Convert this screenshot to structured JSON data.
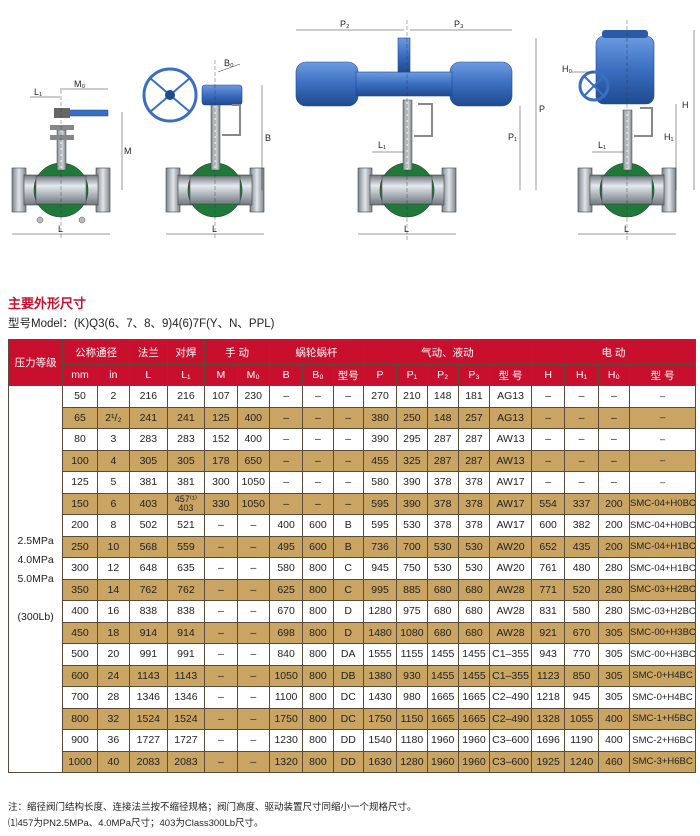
{
  "section_title": "主要外形尺寸",
  "model_line": "型号Model：(K)Q3(6、7、8、9)4(6)7F(Y、N、PPL)",
  "drawing_labels": {
    "d1": {
      "L1": "L₁",
      "M0": "M₀",
      "M": "M",
      "L": "L"
    },
    "d2": {
      "B0": "B₀",
      "B": "B",
      "L": "L"
    },
    "d3": {
      "P2": "P₂",
      "P3": "P₃",
      "P": "P",
      "P1": "P₁",
      "L1": "L₁",
      "L": "L"
    },
    "d4": {
      "H0": "H₀",
      "H": "H",
      "H1": "H₁",
      "L1": "L₁",
      "L": "L"
    }
  },
  "colors": {
    "header_red": "#c8102e",
    "row_tan": "#c9a462",
    "valve_blue": "#3a6ec0",
    "valve_green": "#1f7a3a",
    "steel": "#9aa3ab"
  },
  "table": {
    "groups": {
      "pressure": "压力等级",
      "nominal": "公称通径",
      "flange": "法兰",
      "weld": "对焊",
      "manual": "手 动",
      "worm": "蜗轮蜗杆",
      "pneumatic": "气动、液动",
      "electric": "电 动"
    },
    "sub_headers": [
      "mm",
      "in",
      "L",
      "L₁",
      "M",
      "M₀",
      "B",
      "B₀",
      "型号",
      "P",
      "P₁",
      "P₂",
      "P₃",
      "型 号",
      "H",
      "H₁",
      "H₀",
      "型    号"
    ],
    "pressure_lines": [
      "2.5MPa",
      "4.0MPa",
      "5.0MPa",
      "",
      "(300Lb)"
    ],
    "rows": [
      [
        "50",
        "2",
        "216",
        "216",
        "107",
        "230",
        "–",
        "–",
        "–",
        "270",
        "210",
        "148",
        "181",
        "AG13",
        "–",
        "–",
        "–",
        "–"
      ],
      [
        "65",
        "2¹/₂",
        "241",
        "241",
        "125",
        "400",
        "–",
        "–",
        "–",
        "380",
        "250",
        "148",
        "257",
        "AG13",
        "–",
        "–",
        "–",
        "–"
      ],
      [
        "80",
        "3",
        "283",
        "283",
        "152",
        "400",
        "–",
        "–",
        "–",
        "390",
        "295",
        "287",
        "287",
        "AW13",
        "–",
        "–",
        "–",
        "–"
      ],
      [
        "100",
        "4",
        "305",
        "305",
        "178",
        "650",
        "–",
        "–",
        "–",
        "455",
        "325",
        "287",
        "287",
        "AW13",
        "–",
        "–",
        "–",
        "–"
      ],
      [
        "125",
        "5",
        "381",
        "381",
        "300",
        "1050",
        "–",
        "–",
        "–",
        "580",
        "390",
        "378",
        "378",
        "AW17",
        "–",
        "–",
        "–",
        "–"
      ],
      [
        "150",
        "6",
        "403",
        "457⁽¹⁾ 403",
        "330",
        "1050",
        "–",
        "–",
        "–",
        "595",
        "390",
        "378",
        "378",
        "AW17",
        "554",
        "337",
        "200",
        "SMC-04+H0BC"
      ],
      [
        "200",
        "8",
        "502",
        "521",
        "–",
        "–",
        "400",
        "600",
        "B",
        "595",
        "530",
        "378",
        "378",
        "AW17",
        "600",
        "382",
        "200",
        "SMC-04+H0BC"
      ],
      [
        "250",
        "10",
        "568",
        "559",
        "–",
        "–",
        "495",
        "600",
        "B",
        "736",
        "700",
        "530",
        "530",
        "AW20",
        "652",
        "435",
        "200",
        "SMC-04+H1BC"
      ],
      [
        "300",
        "12",
        "648",
        "635",
        "–",
        "–",
        "580",
        "800",
        "C",
        "945",
        "750",
        "530",
        "530",
        "AW20",
        "761",
        "480",
        "280",
        "SMC-04+H1BC"
      ],
      [
        "350",
        "14",
        "762",
        "762",
        "–",
        "–",
        "625",
        "800",
        "C",
        "995",
        "885",
        "680",
        "680",
        "AW28",
        "771",
        "520",
        "280",
        "SMC-03+H2BC"
      ],
      [
        "400",
        "16",
        "838",
        "838",
        "–",
        "–",
        "670",
        "800",
        "D",
        "1280",
        "975",
        "680",
        "680",
        "AW28",
        "831",
        "580",
        "280",
        "SMC-03+H2BC"
      ],
      [
        "450",
        "18",
        "914",
        "914",
        "–",
        "–",
        "698",
        "800",
        "D",
        "1480",
        "1080",
        "680",
        "680",
        "AW28",
        "921",
        "670",
        "305",
        "SMC-00+H3BC"
      ],
      [
        "500",
        "20",
        "991",
        "991",
        "–",
        "–",
        "840",
        "800",
        "DA",
        "1555",
        "1155",
        "1455",
        "1455",
        "C1–355",
        "943",
        "770",
        "305",
        "SMC-00+H3BC"
      ],
      [
        "600",
        "24",
        "1143",
        "1143",
        "–",
        "–",
        "1050",
        "800",
        "DB",
        "1380",
        "930",
        "1455",
        "1455",
        "C1–355",
        "1123",
        "850",
        "305",
        "SMC-0+H4BC"
      ],
      [
        "700",
        "28",
        "1346",
        "1346",
        "–",
        "–",
        "1100",
        "800",
        "DC",
        "1430",
        "980",
        "1665",
        "1665",
        "C2–490",
        "1218",
        "945",
        "305",
        "SMC-0+H4BC"
      ],
      [
        "800",
        "32",
        "1524",
        "1524",
        "–",
        "–",
        "1750",
        "800",
        "DC",
        "1750",
        "1150",
        "1665",
        "1665",
        "C2–490",
        "1328",
        "1055",
        "400",
        "SMC-1+H5BC"
      ],
      [
        "900",
        "36",
        "1727",
        "1727",
        "–",
        "–",
        "1230",
        "800",
        "DD",
        "1540",
        "1180",
        "1960",
        "1960",
        "C3–600",
        "1696",
        "1190",
        "400",
        "SMC-2+H6BC"
      ],
      [
        "1000",
        "40",
        "2083",
        "2083",
        "–",
        "–",
        "1320",
        "800",
        "DD",
        "1630",
        "1280",
        "1960",
        "1960",
        "C3–600",
        "1925",
        "1240",
        "460",
        "SMC-3+H6BC"
      ]
    ]
  },
  "notes": [
    "注：缩径阀门结构长度、连接法兰按不缩径规格；阀门高度、驱动装置尺寸同缩小一个规格尺寸。",
    "⑴457为PN2.5MPa、4.0MPa尺寸；403为Class300Lb尺寸。"
  ]
}
